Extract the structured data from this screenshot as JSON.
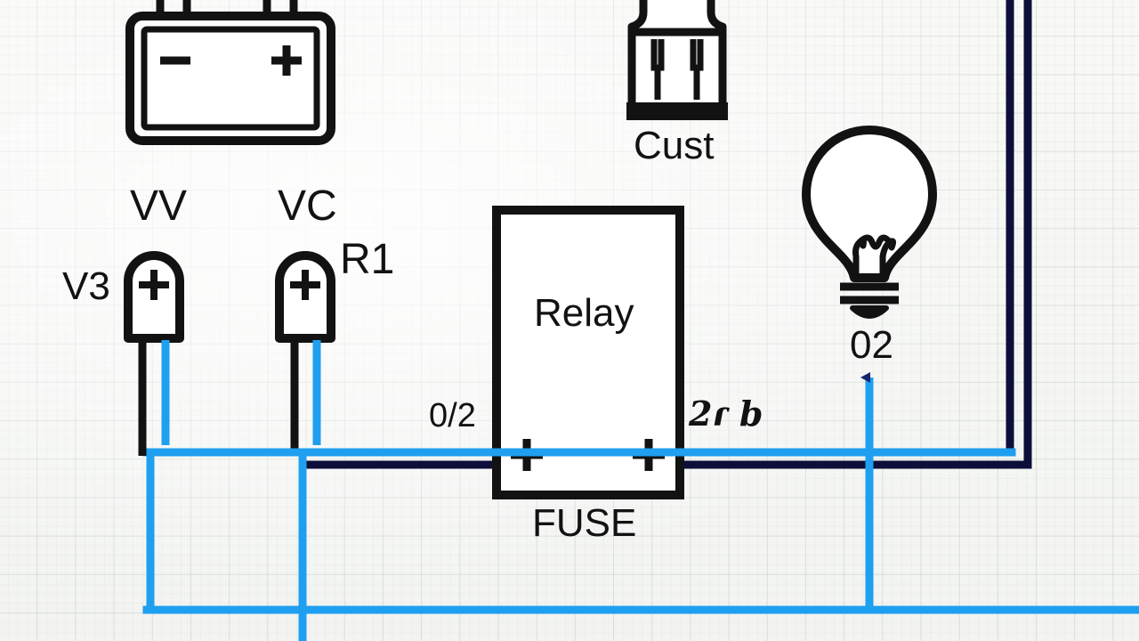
{
  "diagram": {
    "title": "Hand-drawn automotive wiring schematic on graph paper",
    "background": "graph-paper",
    "colors": {
      "ink": "#121212",
      "wire_blue": "#1f9ff0",
      "wire_navy": "#0d0f3a",
      "paper": "#f6f7f5",
      "grid_line": "#7d9691"
    }
  },
  "components": [
    {
      "id": "battery",
      "type": "battery",
      "minus_label": "−",
      "plus_label": "+",
      "caption": ""
    },
    {
      "id": "cust",
      "type": "fuse-holder",
      "caption": "Cust"
    },
    {
      "id": "relay",
      "type": "relay-box",
      "body_label": "Relay",
      "caption": "FUSE",
      "terminal_left": "+",
      "terminal_right": "+"
    },
    {
      "id": "bulb",
      "type": "lamp",
      "caption": "02"
    },
    {
      "id": "led_left",
      "type": "indicator",
      "body_label": "+",
      "label_above": "VV",
      "label_left": "V3"
    },
    {
      "id": "led_right",
      "type": "indicator",
      "body_label": "+",
      "label_above": "VC",
      "label_right": "R1"
    }
  ],
  "annotations": [
    {
      "id": "wire_label_left",
      "text": "0/2",
      "style": "print"
    },
    {
      "id": "wire_label_right",
      "text": "2ɾ b",
      "style": "hand"
    }
  ],
  "labels": {
    "battery_minus": "−",
    "battery_plus": "+",
    "cust": "Cust",
    "relay": "Relay",
    "fuse": "FUSE",
    "bulb_id": "02",
    "vv": "VV",
    "vc": "VC",
    "v3": "V3",
    "r1": "R1",
    "led_left_plus": "+",
    "led_right_plus": "+",
    "relay_plus_left": "+",
    "relay_plus_right": "+",
    "wire_left": "0/2",
    "wire_right": "2ɾ b"
  },
  "wires": [
    {
      "id": "blue-bus-mid",
      "color": "#1f9ff0",
      "note": "horizontal bus at y=508 from x=165 to x=1137"
    },
    {
      "id": "blue-bus-bottom",
      "color": "#1f9ff0",
      "note": "horizontal bus at y=685 from x=165 to x=1280"
    },
    {
      "id": "navy-bus-mid",
      "color": "#0d0f3a",
      "note": "horizontal run at y=522 from x=345 to x=1155"
    },
    {
      "id": "navy-right-a",
      "color": "#0d0f3a",
      "note": "vertical at x=1135 from y=0 to y=522"
    },
    {
      "id": "navy-right-b",
      "color": "#0d0f3a",
      "note": "vertical at x=1155 from y=0 to y=522"
    },
    {
      "id": "blue-bulb-feed",
      "color": "#1f9ff0",
      "note": "vertical at x=977 from y=685 up to bulb, arrowhead at top"
    }
  ]
}
